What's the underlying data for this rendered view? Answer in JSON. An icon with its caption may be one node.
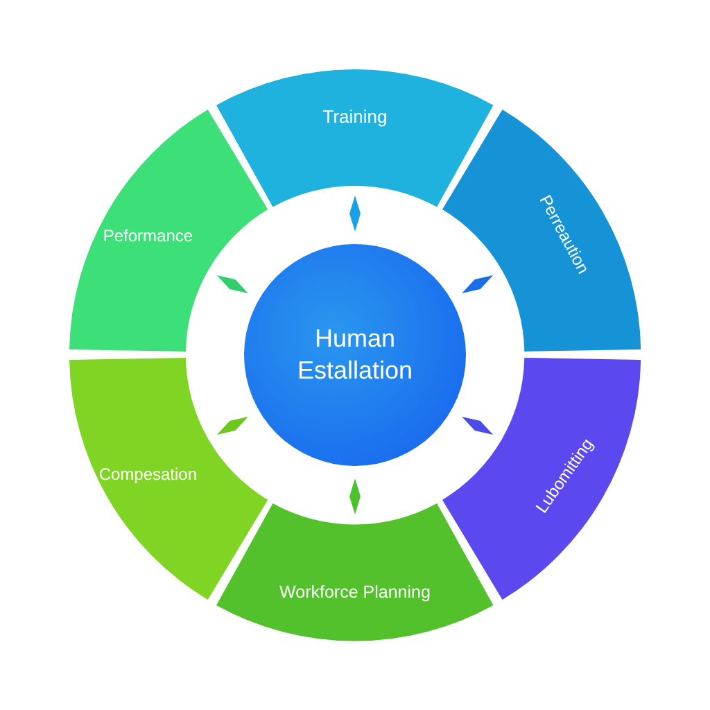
{
  "diagram": {
    "nodes": [
      {
        "text": [
          "Training"
        ]
      },
      {
        "text": [
          "Peformance"
        ]
      },
      {
        "text": [
          "Perreaution"
        ]
      },
      {
        "text": [
          "Human Estallation"
        ]
      },
      {
        "text": [
          "Compesation"
        ]
      },
      {
        "text": [
          "Lubomitting"
        ]
      },
      {
        "text": [
          "Workforce Planning"
        ]
      }
    ]
  }
}
